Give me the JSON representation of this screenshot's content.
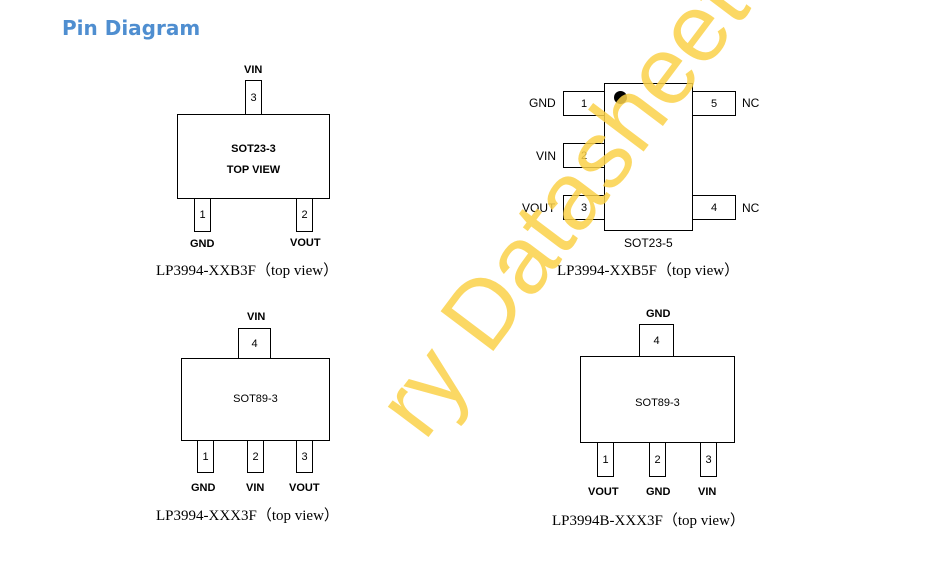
{
  "title": "Pin Diagram",
  "watermark": "ry Datasheet",
  "d1": {
    "body": [
      "SOT23-3",
      "TOP VIEW"
    ],
    "pins": [
      "3",
      "1",
      "2"
    ],
    "labels": [
      "VIN",
      "GND",
      "VOUT"
    ],
    "caption": "LP3994-XXB3F（top view）"
  },
  "d2": {
    "pins": [
      "1",
      "2",
      "3",
      "5",
      "4"
    ],
    "labels": [
      "GND",
      "VIN",
      "VOUT",
      "NC",
      "NC"
    ],
    "package": "SOT23-5",
    "caption": "LP3994-XXB5F（top view）"
  },
  "d3": {
    "body": "SOT89-3",
    "pins": [
      "4",
      "1",
      "2",
      "3"
    ],
    "labels": [
      "VIN",
      "GND",
      "VIN",
      "VOUT"
    ],
    "caption": "LP3994-XXX3F（top view）"
  },
  "d4": {
    "body": "SOT89-3",
    "pins": [
      "4",
      "1",
      "2",
      "3"
    ],
    "labels": [
      "GND",
      "VOUT",
      "GND",
      "VIN"
    ],
    "caption": "LP3994B-XXX3F（top view）"
  }
}
